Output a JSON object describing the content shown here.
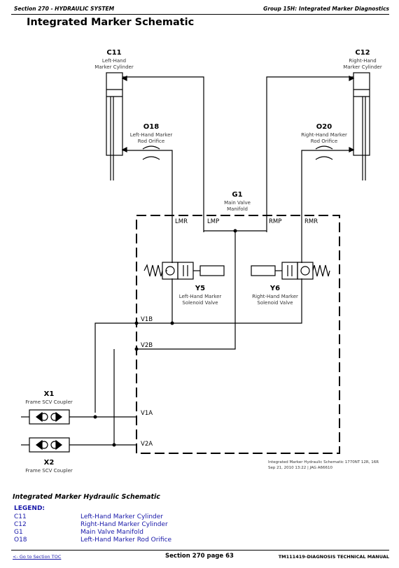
{
  "header": {
    "left": "Section 270 - HYDRAULIC SYSTEM",
    "right": "Group 15H: Integrated Marker Diagnostics"
  },
  "title": "Integrated Marker Schematic",
  "components": {
    "c11": {
      "code": "C11",
      "line1": "Left-Hand",
      "line2": "Marker Cylinder"
    },
    "c12": {
      "code": "C12",
      "line1": "Right-Hand",
      "line2": "Marker Cylinder"
    },
    "o18": {
      "code": "O18",
      "line1": "Left-Hand Marker",
      "line2": "Rod Orifice"
    },
    "o20": {
      "code": "O20",
      "line1": "Right-Hand Marker",
      "line2": "Rod Orifice"
    },
    "g1": {
      "code": "G1",
      "line1": "Main Valve",
      "line2": "Manifold"
    },
    "y5": {
      "code": "Y5",
      "line1": "Left-Hand Marker",
      "line2": "Solenoid Valve"
    },
    "y6": {
      "code": "Y6",
      "line1": "Right-Hand Marker",
      "line2": "Solenoid Valve"
    },
    "x1": {
      "code": "X1",
      "line1": "Frame SCV Coupler"
    },
    "x2": {
      "code": "X2",
      "line1": "Frame SCV Coupler"
    }
  },
  "ports": {
    "lmr": "LMR",
    "lmp": "LMP",
    "rmp": "RMP",
    "rmr": "RMR",
    "v1b": "V1B",
    "v2b": "V2B",
    "v1a": "V1A",
    "v2a": "V2A"
  },
  "figure_ref": {
    "line1": "Integrated Marker Hydraulic Schematic 1770NT 12R, 16R",
    "line2": "Sep 21, 2010     13:22 | JAG  A66610"
  },
  "caption": "Integrated Marker Hydraulic Schematic",
  "legend": {
    "title": "LEGEND:",
    "items": [
      {
        "code": "C11",
        "desc": "Left-Hand Marker Cylinder"
      },
      {
        "code": "C12",
        "desc": "Right-Hand Marker Cylinder"
      },
      {
        "code": "G1",
        "desc": "Main Valve Manifold"
      },
      {
        "code": "O18",
        "desc": "Left-Hand Marker Rod Orifice"
      }
    ]
  },
  "footer": {
    "link": "<- Go to Section TOC",
    "center": "Section 270 page 63",
    "right": "TM111419-DIAGNOSIS TECHNICAL MANUAL"
  },
  "colors": {
    "legend": "#1616a8",
    "lines": "#000000"
  }
}
